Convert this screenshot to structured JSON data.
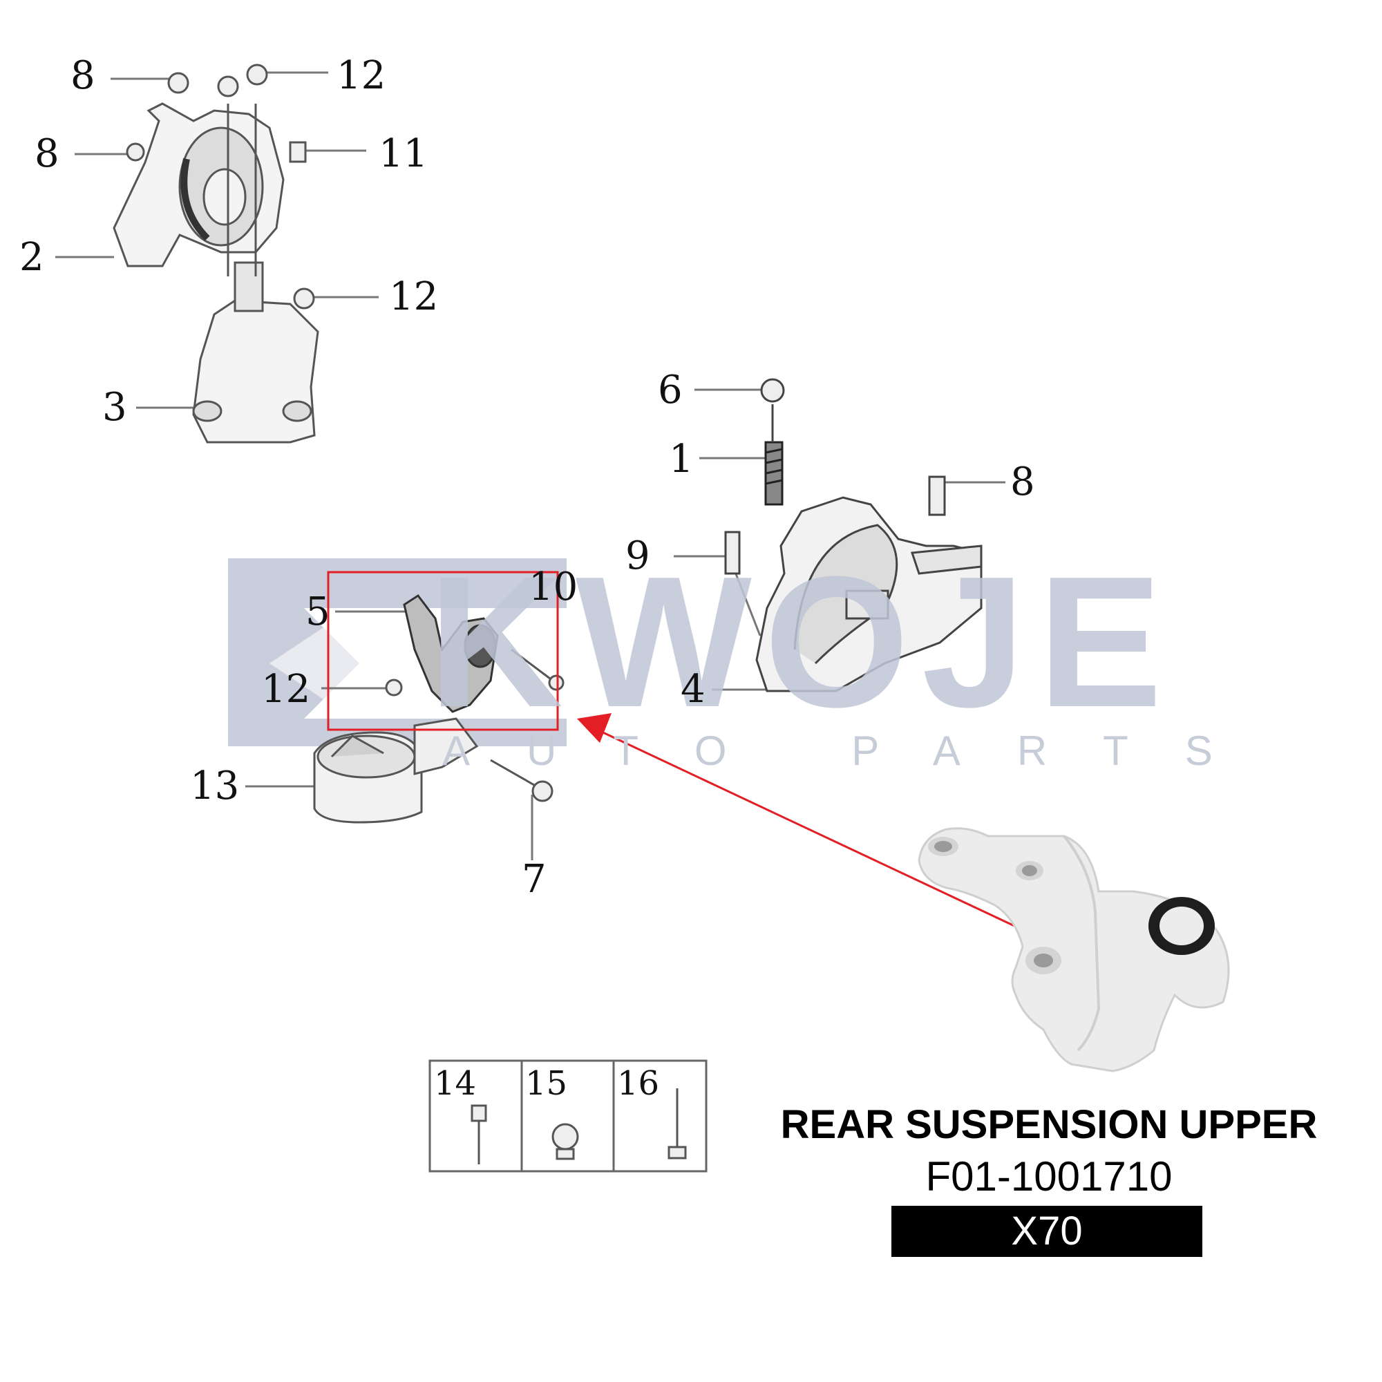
{
  "watermark": {
    "brand": "KWOJE",
    "tagline": "AUTO PARTS",
    "color": "#bfc6d6"
  },
  "callouts": {
    "c8_top": "8",
    "c12_top": "12",
    "c8_mid": "8",
    "c11": "11",
    "c2": "2",
    "c12_mid": "12",
    "c3": "3",
    "c6": "6",
    "c1": "1",
    "c8_right": "8",
    "c9": "9",
    "c4": "4",
    "c5": "5",
    "c10": "10",
    "c12_low": "12",
    "c13": "13",
    "c7": "7"
  },
  "fastener_table": {
    "items": [
      "14",
      "15",
      "16"
    ]
  },
  "product": {
    "title": "REAR SUSPENSION UPPER",
    "part_number": "F01-1001710",
    "model": "X70"
  },
  "highlight_color": "#e31e24"
}
